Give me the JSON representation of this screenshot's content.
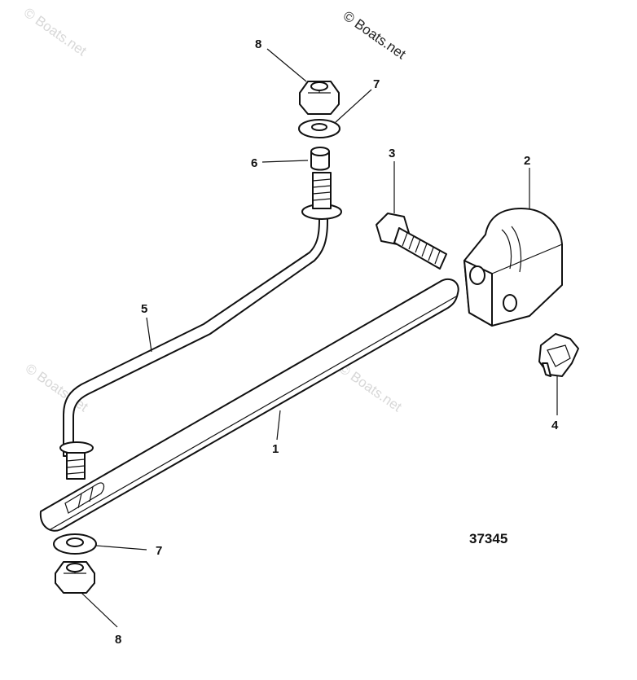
{
  "watermarks": {
    "main": "© Boats.net",
    "faint_1": "© Boats.net",
    "faint_2": "© Boats.net",
    "faint_3": "© Boats.net"
  },
  "callouts": {
    "c8_top": "8",
    "c7_top": "7",
    "c6": "6",
    "c3": "3",
    "c2": "2",
    "c5": "5",
    "c4": "4",
    "c1": "1",
    "c7_bottom": "7",
    "c8_bottom": "8"
  },
  "figure_number": "37345",
  "parts": {
    "p1": "tie-bar",
    "p2": "clamp-block",
    "p3": "bolt",
    "p4": "knob",
    "p5": "link-rod",
    "p6": "spacer",
    "p7": "washer",
    "p8": "nut"
  }
}
